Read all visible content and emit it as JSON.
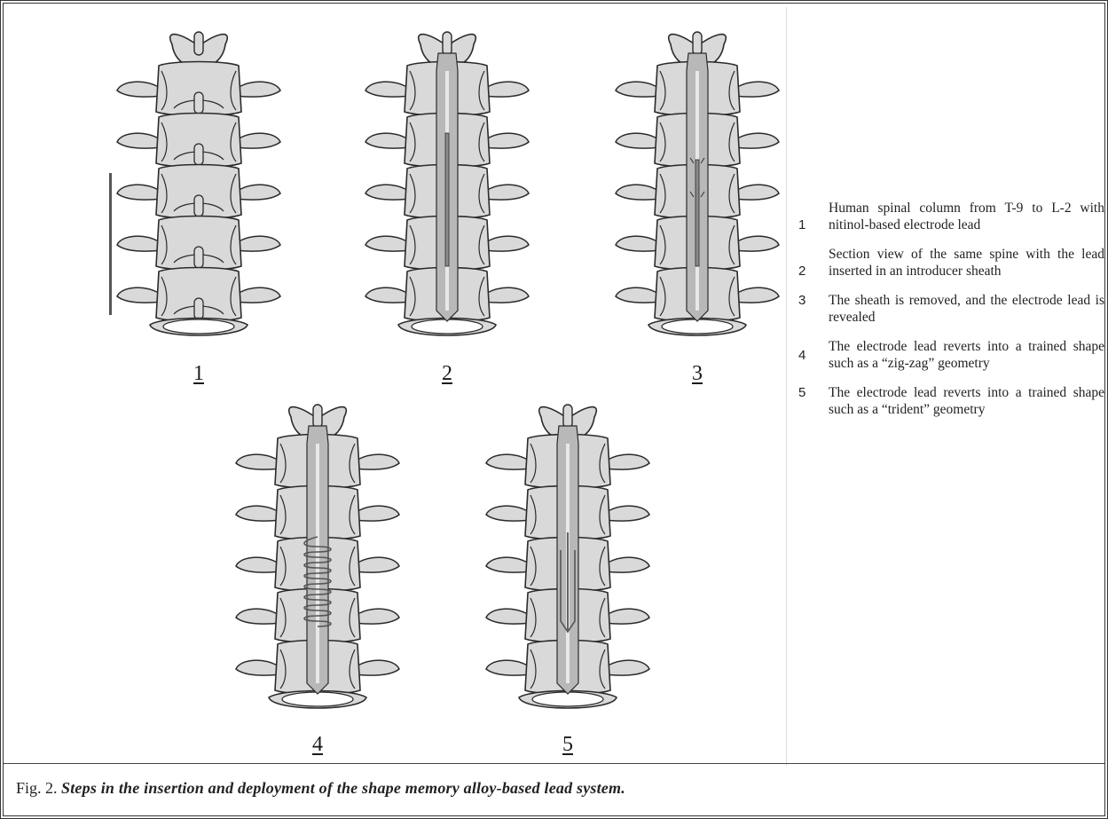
{
  "figure": {
    "panels": [
      {
        "number": "1",
        "variant": "vertebrae-only"
      },
      {
        "number": "2",
        "variant": "sheath"
      },
      {
        "number": "3",
        "variant": "lead-revealed"
      },
      {
        "number": "4",
        "variant": "zig-zag"
      },
      {
        "number": "5",
        "variant": "trident"
      }
    ]
  },
  "legend": {
    "items": [
      {
        "num": "1",
        "text": "Human spinal column from T-9 to L-2 with nitinol-based electrode lead"
      },
      {
        "num": "2",
        "text": "Section view of the same spine with the lead inserted in an introducer sheath"
      },
      {
        "num": "3",
        "text": "The sheath is removed, and the electrode lead is revealed"
      },
      {
        "num": "4",
        "text": "The electrode lead reverts into a trained shape such as a “zig-zag” geometry"
      },
      {
        "num": "5",
        "text": "The electrode lead reverts into a trained shape such as a “trident” geometry"
      }
    ]
  },
  "caption": {
    "label": "Fig. 2.",
    "text": "Steps in the insertion and deployment of the shape memory alloy-based lead system."
  },
  "colors": {
    "bone_fill": "#d9d9d9",
    "bone_stroke": "#2b2b2b",
    "canal": "#b8b8b8",
    "lead": "#8a8a8a"
  }
}
